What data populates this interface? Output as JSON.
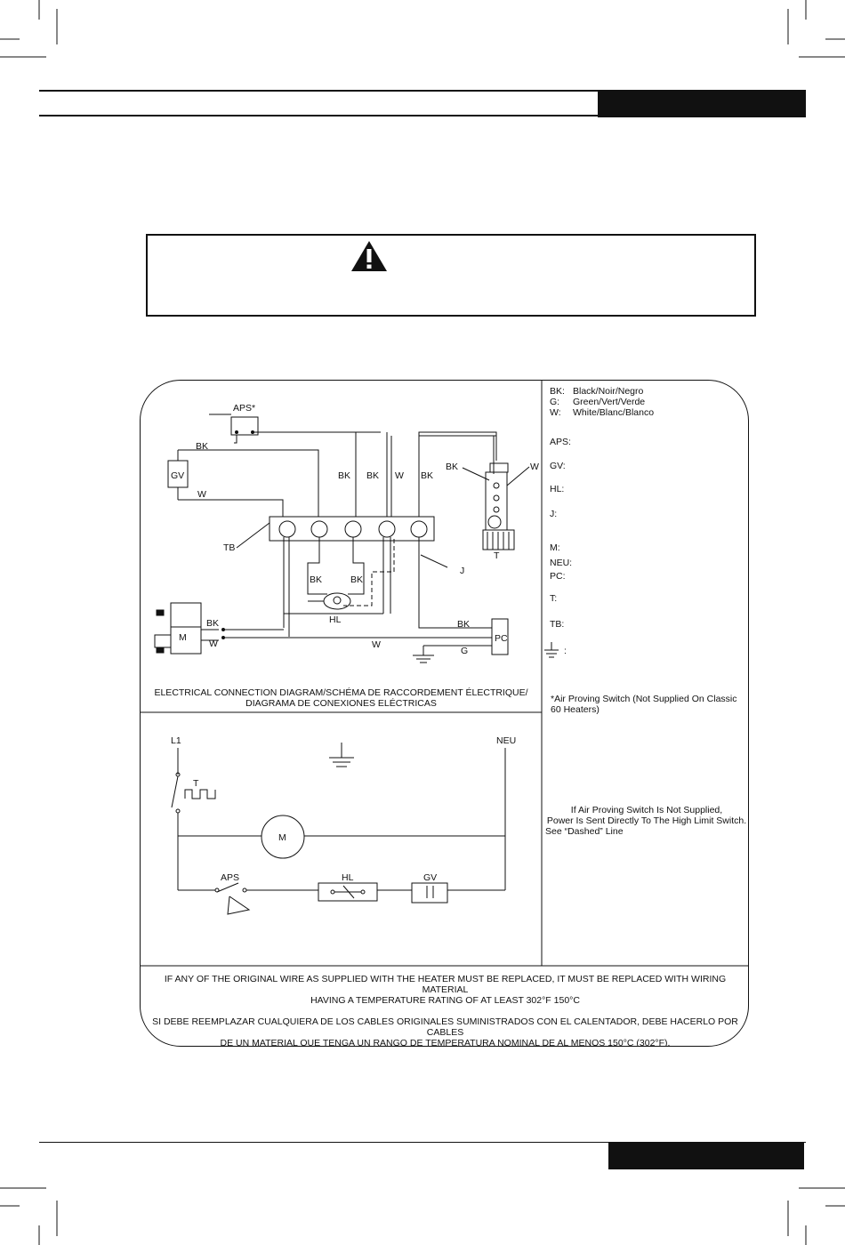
{
  "legend": {
    "colors": [
      {
        "code": "BK:",
        "desc": "Black/Noir/Negro"
      },
      {
        "code": "G:",
        "desc": "Green/Vert/Verde"
      },
      {
        "code": "W:",
        "desc": "White/Blanc/Blanco"
      }
    ],
    "components": [
      "APS:",
      "GV:",
      "HL:",
      "J:",
      "M:",
      "NEU:",
      "PC:",
      "T:",
      "TB:"
    ],
    "ground_suffix": ":"
  },
  "connection_diagram": {
    "caption_line1": "ELECTRICAL CONNECTION DIAGRAM/SCHÉMA DE RACCORDEMENT ÉLECTRIQUE/",
    "caption_line2": "DIAGRAMA DE CONEXIONES ELÉCTRICAS",
    "labels": {
      "aps": "APS*",
      "gv": "GV",
      "tb": "TB",
      "j": "J",
      "hl": "HL",
      "m": "M",
      "pc": "PC",
      "t": "T",
      "bk": "BK",
      "w": "W",
      "g": "G"
    }
  },
  "aps_note": "*Air Proving Switch (Not Supplied On Classic 60 Heaters)",
  "schematic": {
    "l1": "L1",
    "neu": "NEU",
    "t": "T",
    "m": "M",
    "aps": "APS",
    "hl": "HL",
    "gv": "GV"
  },
  "dashed_note": {
    "line1": "If Air Proving Switch Is Not Supplied,",
    "line2": "Power Is Sent Directly To The High Limit Switch.",
    "line3": "See “Dashed” Line"
  },
  "footer": {
    "en_line1": "IF ANY OF THE ORIGINAL WIRE AS SUPPLIED WITH THE HEATER MUST BE REPLACED, IT MUST BE REPLACED WITH WIRING MATERIAL",
    "en_line2": "HAVING A TEMPERATURE RATING OF AT LEAST 302°F  150°C",
    "es_line1": "SI DEBE REEMPLAZAR CUALQUIERA DE LOS CABLES ORIGINALES SUMINISTRADOS CON EL CALENTADOR, DEBE HACERLO POR CABLES",
    "es_line2": "DE UN MATERIAL QUE TENGA UN RANGO DE TEMPERATURA NOMINAL DE AL MENOS 150°C (302°F)."
  }
}
